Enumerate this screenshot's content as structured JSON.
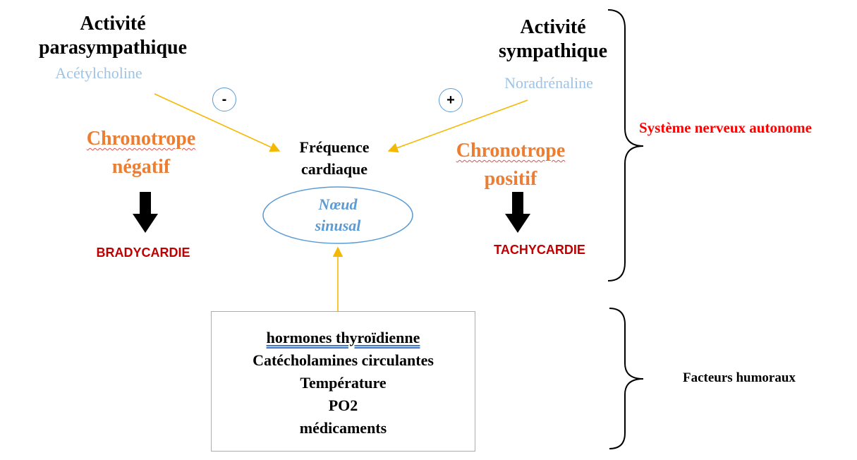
{
  "parasym": {
    "title_line1": "Activité",
    "title_line2": "parasympathique",
    "mediator": "Acétylcholine",
    "sign": "-"
  },
  "sym": {
    "title_line1": "Activité",
    "title_line2": "sympathique",
    "mediator": "Noradrénaline",
    "sign": "+"
  },
  "center": {
    "line1": "Fréquence",
    "line2": "cardiaque",
    "node_line1": "Nœud",
    "node_line2": "sinusal"
  },
  "left_effect": {
    "line1": "Chronotrope",
    "line2": "négatif",
    "result": "BRADYCARDIE"
  },
  "right_effect": {
    "line1": "Chronotrope",
    "line2": "positif",
    "result": "TACHYCARDIE"
  },
  "humoral_box": {
    "items": [
      "hormones thyroïdienne",
      "Catécholamines circulantes",
      "Température",
      "PO2",
      "médicaments"
    ]
  },
  "brackets": {
    "ans_label": "Système nerveux autonome",
    "humoral_label": "Facteurs humoraux"
  },
  "colors": {
    "arrow": "#f5b800",
    "title": "#000000",
    "mediator": "#9dc3e6",
    "chrono": "#ed7d31",
    "cardio": "#c00000",
    "ans": "#ff0000",
    "node_text": "#5b9bd5"
  }
}
